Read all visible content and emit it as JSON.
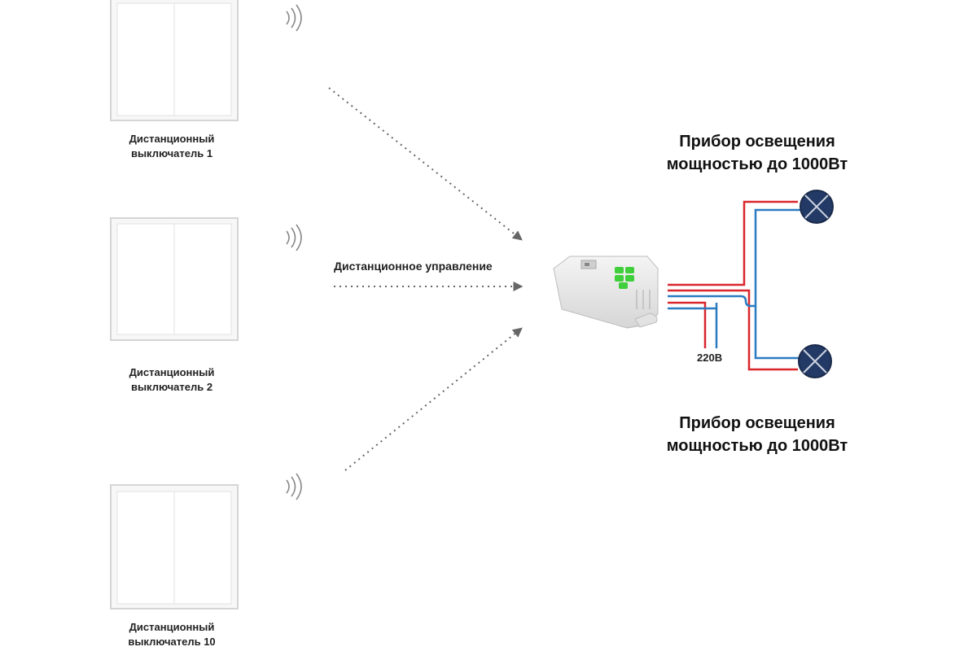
{
  "switches": [
    {
      "caption_line1": "Дистанционный",
      "caption_line2": "выключатель 1"
    },
    {
      "caption_line1": "Дистанционный",
      "caption_line2": "выключатель 2"
    },
    {
      "caption_line1": "Дистанционный",
      "caption_line2": "выключатель 10"
    }
  ],
  "remote_control_label": "Дистанционное управление",
  "lamps": [
    {
      "title_line1": "Прибор освещения",
      "title_line2": "мощностью до 1000Вт"
    },
    {
      "title_line1": "Прибор освещения",
      "title_line2": "мощностью до 1000Вт"
    }
  ],
  "voltage_label": "220В",
  "colors": {
    "phase_wire": "#d9262c",
    "neutral_wire": "#2b7bc0",
    "lamp_fill": "#233a66",
    "relay_led": "#3fcf3a",
    "arrow": "#666666"
  },
  "icons": [
    "wireless-signal-icon",
    "dotted-arrow",
    "relay-module",
    "lamp-icon"
  ]
}
